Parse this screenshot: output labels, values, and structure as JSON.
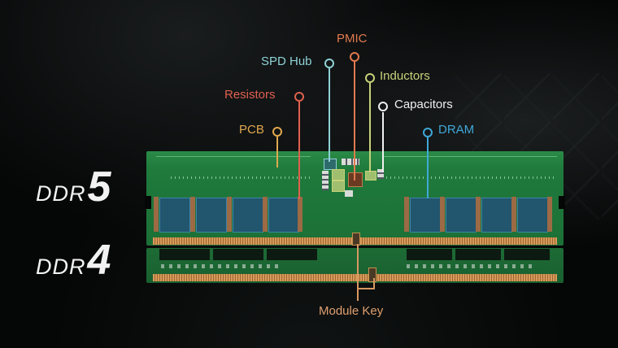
{
  "modules": {
    "ddr5": {
      "prefix": "DDR",
      "number": "5"
    },
    "ddr4": {
      "prefix": "DDR",
      "number": "4"
    }
  },
  "callouts": [
    {
      "id": "pmic",
      "label": "PMIC",
      "color": "#e07a4f"
    },
    {
      "id": "spd-hub",
      "label": "SPD Hub",
      "color": "#8fd1d6"
    },
    {
      "id": "inductors",
      "label": "Inductors",
      "color": "#c9d27a"
    },
    {
      "id": "resistors",
      "label": "Resistors",
      "color": "#e0604f"
    },
    {
      "id": "capacitors",
      "label": "Capacitors",
      "color": "#f0f0f0"
    },
    {
      "id": "pcb",
      "label": "PCB",
      "color": "#e0a84f"
    },
    {
      "id": "dram",
      "label": "DRAM",
      "color": "#3fa8d8"
    }
  ],
  "module_key": {
    "label": "Module Key",
    "color": "#e0a070"
  },
  "colors": {
    "background": "#050606",
    "pcb_green": "#1f7a3c",
    "gold_pins": "#d89a58",
    "dram_chip": "#22556e"
  }
}
